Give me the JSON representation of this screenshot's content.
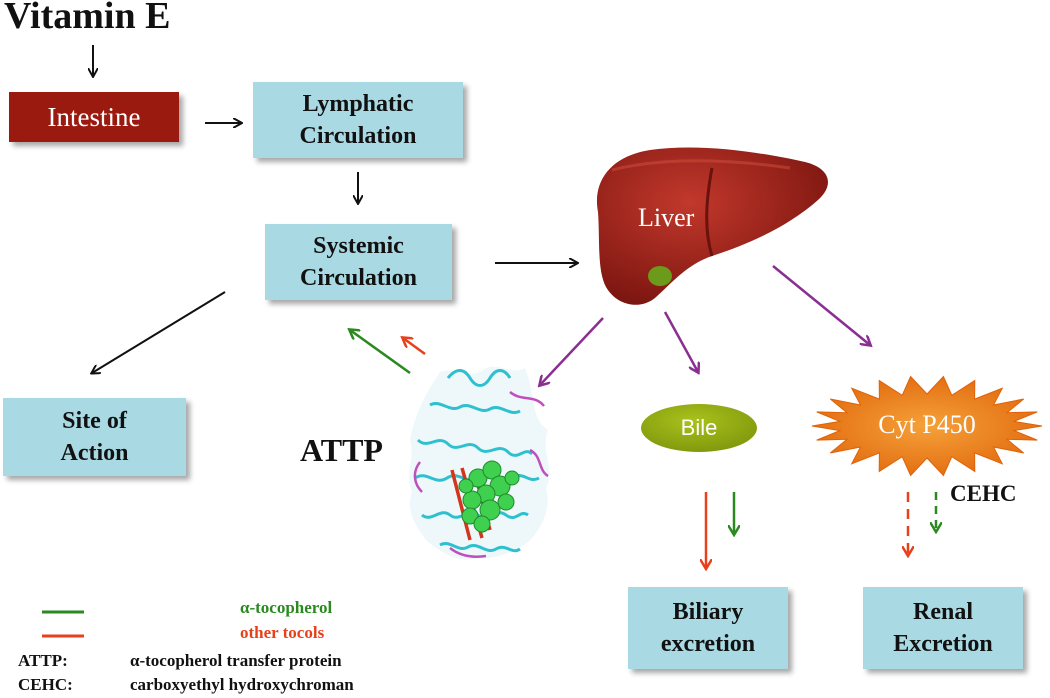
{
  "title": "Vitamin E",
  "nodes": {
    "intestine": "Intestine",
    "lymphatic": "Lymphatic\nCirculation",
    "systemic": "Systemic\nCirculation",
    "site_of_action": "Site of\nAction",
    "liver": "Liver",
    "attp": "ATTP",
    "bile": "Bile",
    "cyt_p450": "Cyt P450",
    "cehc": "CEHC",
    "biliary_excretion": "Biliary\nexcretion",
    "renal_excretion": "Renal\nExcretion"
  },
  "legend": {
    "green_label": "α-tocopherol",
    "red_label": "other tocols",
    "abbreviations": [
      {
        "abbr": "ATTP:",
        "meaning": "α-tocopherol transfer protein"
      },
      {
        "abbr": "CEHC:",
        "meaning": "carboxyethyl hydroxychroman"
      }
    ]
  },
  "colors": {
    "box_fill": "#a9d9e3",
    "intestine_fill": "#9b1a0f",
    "liver": "#a3241c",
    "bile": "#93aa12",
    "cyt_p450": "#f07a12",
    "green_arrow": "#2a8a1f",
    "red_arrow": "#e8401a",
    "purple_arrow": "#8a2f91",
    "black_arrow": "#111111"
  }
}
